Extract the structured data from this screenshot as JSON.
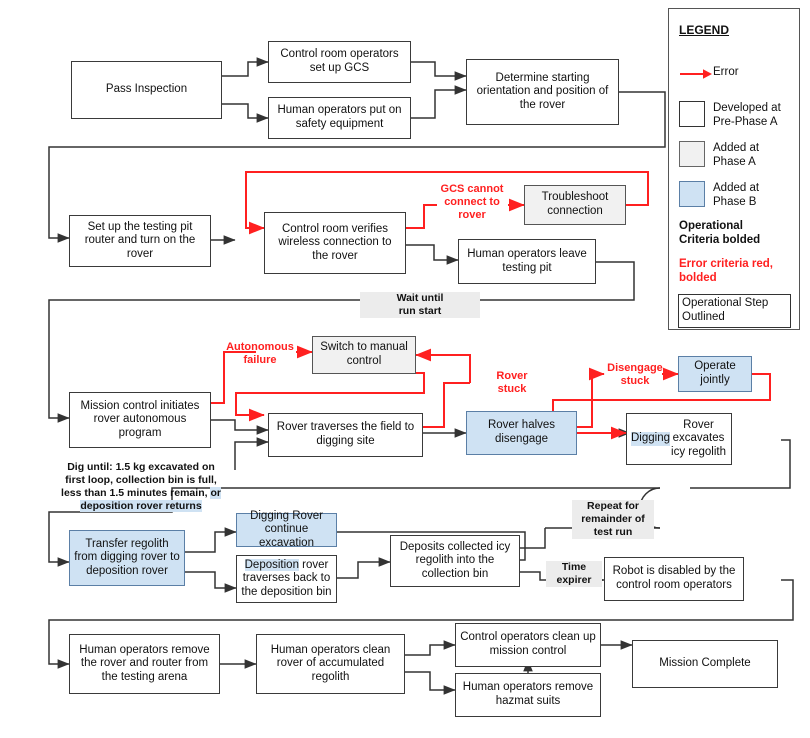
{
  "legend": {
    "title": "LEGEND",
    "error_label": "Error",
    "items": [
      {
        "swatch": "white",
        "label": "Developed at\nPre-Phase A"
      },
      {
        "swatch": "gray",
        "label": "Added at\nPhase A"
      },
      {
        "swatch": "blue",
        "label": "Added at\nPhase B"
      }
    ],
    "note_operational": "Operational\nCriteria bolded",
    "note_error": "Error criteria red,\nbolded",
    "note_boxed": "Operational Step\nOutlined",
    "colors": {
      "error": "#ff2020",
      "phase_a": "#f1f1f1",
      "phase_b": "#cfe2f3",
      "pre_phase_a": "#ffffff",
      "stroke": "#3a3a3a"
    }
  },
  "nodes": {
    "pass_inspection": "Pass Inspection",
    "gcs_setup": "Control room operators set up GCS",
    "safety_equipment": "Human operators put on safety equipment",
    "determine_orientation": "Determine starting orientation and position of the rover",
    "setup_router": "Set up the testing pit router and turn on the rover",
    "verify_wireless": "Control room verifies wireless connection to the rover",
    "troubleshoot": "Troubleshoot connection",
    "leave_pit": "Human operators leave testing pit",
    "mission_control_initiates": "Mission control initiates rover autonomous program",
    "switch_manual": "Switch to manual control",
    "rover_traverses": "Rover traverses the field to digging site",
    "rover_halves_disengage": "Rover halves disengage",
    "operate_jointly": "Operate jointly",
    "digging_excavates_a": "Digging",
    "digging_excavates_b": " Rover excavates icy regolith",
    "transfer_regolith": "Transfer regolith from digging rover to deposition rover",
    "digging_continue": "Digging Rover continue excavation",
    "deposition_a": "Deposition",
    "deposition_b": " rover traverses back to the deposition bin",
    "deposits_collected": "Deposits collected icy regolith into the collection bin",
    "robot_disabled": "Robot is disabled by the control room operators",
    "remove_rover": "Human operators remove the rover and router from the testing arena",
    "clean_rover": "Human operators clean rover of accumulated regolith",
    "clean_mission_control": "Control operators clean up mission control",
    "remove_hazmat": "Human operators remove hazmat suits",
    "mission_complete": "Mission Complete"
  },
  "edge_labels": {
    "gcs_cannot_connect": "GCS cannot connect to rover",
    "wait_until_run_start": "Wait until\nrun start",
    "autonomous_failure": "Autonomous\nfailure",
    "rover_stuck": "Rover\nstuck",
    "disengage_stuck": "Disengage\nstuck",
    "dig_until_line1": "Dig until:  1.5 kg excavated on",
    "dig_until_line2": "first loop, collection bin is full,",
    "dig_until_line3a": "less than 1.5 minutes remain, ",
    "dig_until_line3b": "or",
    "dig_until_line4": "deposition rover returns",
    "repeat_remainder": "Repeat for\nremainder of\ntest run",
    "time_expirer": "Time\nexpirer"
  }
}
